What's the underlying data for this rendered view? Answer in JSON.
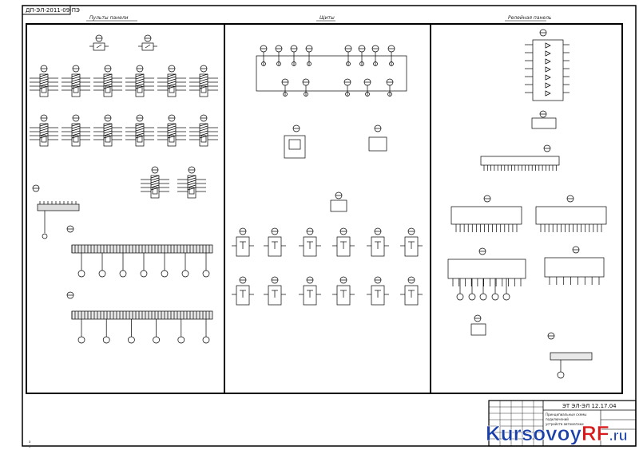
{
  "drawing": {
    "corner_stamp": "ДП-ЭЛ-2011-09-ПЭ",
    "sections": [
      "Пульты панели",
      "Щиты",
      "Релейная панель"
    ],
    "designation": "ЭТ ЭЛ-ЭЛ 12.17.04",
    "title_block_lines": [
      "Принципиальные схемы",
      "подключений",
      "устройств автоматики"
    ],
    "side_marks": [
      "а",
      "б",
      "в"
    ]
  },
  "watermark": {
    "prefix": "Kursovoy",
    "accent": "RF",
    "suffix": ".ru",
    "accent_color": "#d91a1a",
    "base_color": "#1a3fa8"
  }
}
